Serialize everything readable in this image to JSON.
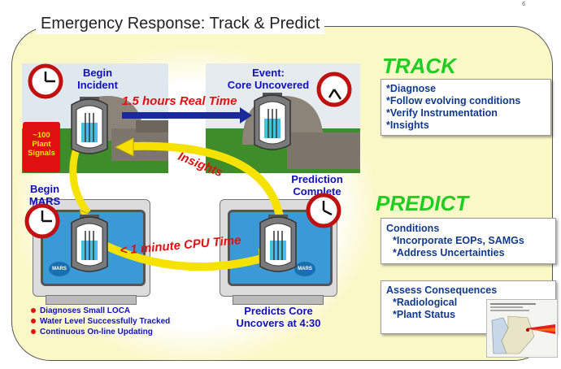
{
  "page": {
    "title": "Emergency Response: Track & Predict",
    "page_number": "6"
  },
  "scenes": {
    "begin_incident": {
      "label_line1": "Begin",
      "label_line2": "Incident",
      "signals_line1": "~100",
      "signals_line2": "Plant",
      "signals_line3": "Signals"
    },
    "core_uncovered": {
      "label_line1": "Event:",
      "label_line2": "Core Uncovered"
    },
    "begin_mars": {
      "label_line1": "Begin",
      "label_line2": "MARS",
      "logo": "MARS"
    },
    "prediction_complete": {
      "label_line1": "Prediction",
      "label_line2": "Complete",
      "logo": "MARS",
      "caption_line1": "Predicts Core",
      "caption_line2": "Uncovers at 4:30"
    }
  },
  "arrows": {
    "real_time": "1.5 hours Real Time",
    "insights": "Insights",
    "cpu_time": "< 1 minute CPU Time"
  },
  "bullets": [
    "Diagnoses Small LOCA",
    "Water Level Successfully Tracked",
    "Continuous On-line Updating"
  ],
  "track": {
    "heading": "TRACK",
    "items": [
      "*Diagnose",
      "*Follow evolving conditions",
      "*Verify Instrumentation",
      "*Insights"
    ]
  },
  "predict": {
    "heading": "PREDICT",
    "conditions_title": "Conditions",
    "conditions_items": [
      "*Incorporate EOPs,  SAMGs",
      "*Address Uncertainties"
    ],
    "consequences_title": "Assess Consequences",
    "consequences_items": [
      "*Radiological",
      "*Plant Status"
    ]
  },
  "colors": {
    "accent_green": "#22cc22",
    "label_blue": "#1010c0",
    "arrow_red": "#e01010",
    "arrow_yellow": "#f5e200",
    "slide_bg": "#fbf8c8"
  }
}
